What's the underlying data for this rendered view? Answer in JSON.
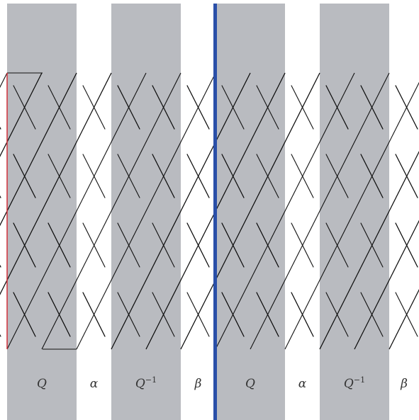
{
  "figure": {
    "bands": [
      {
        "label": "Q",
        "shaded": true
      },
      {
        "label": "α",
        "shaded": false
      },
      {
        "label": "Q",
        "sup": "−1",
        "shaded": true
      },
      {
        "label": "β",
        "shaded": false
      },
      {
        "label": "Q",
        "shaded": true
      },
      {
        "label": "α",
        "shaded": false
      },
      {
        "label": "Q",
        "sup": "−1",
        "shaded": true
      },
      {
        "label": "β",
        "shaded": false
      }
    ],
    "colors": {
      "shade": "#b9bbc0",
      "strand": "#111111",
      "left_edge": "#d0303a",
      "divider": "#2a4fa8"
    },
    "strand_count": 4
  }
}
